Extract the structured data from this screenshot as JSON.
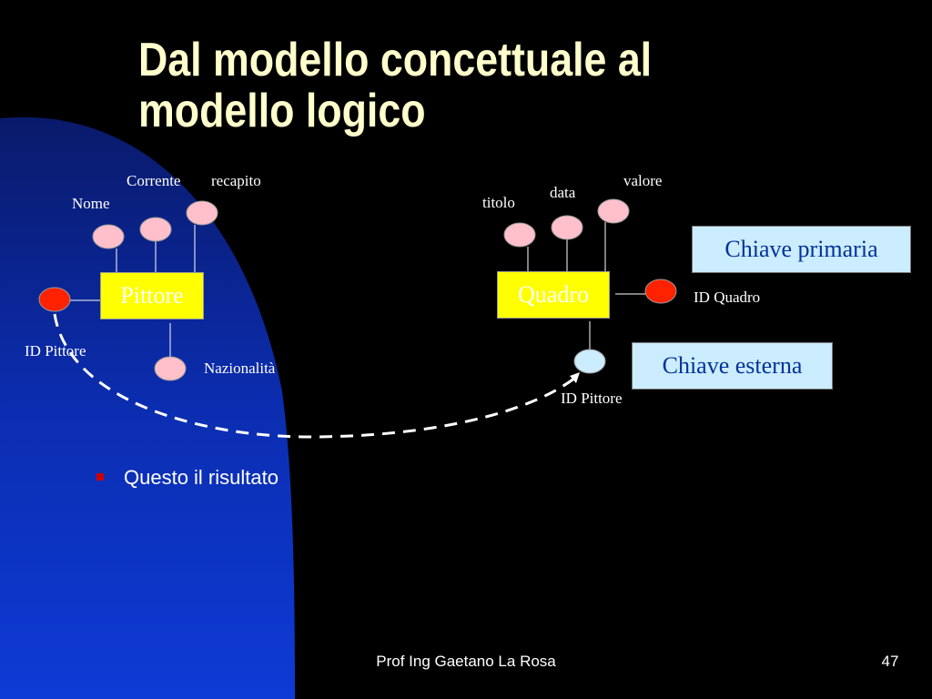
{
  "slide": {
    "title": "Dal modello concettuale al modello logico",
    "colors": {
      "title": "#FFFFCC",
      "entity_fill": "#FFFF00",
      "attribute": "#FFC0CB",
      "key_attribute": "#FF2200",
      "foreign_key": "#CCECFF",
      "key_box": "#CCECFF"
    }
  },
  "diagram": {
    "pittore": {
      "entity": "Pittore",
      "attributes": {
        "nome": "Nome",
        "corrente": "Corrente",
        "recapito": "recapito",
        "nazionalita": "Nazionalità"
      },
      "key": "ID Pittore"
    },
    "quadro": {
      "entity": "Quadro",
      "attributes": {
        "titolo": "titolo",
        "data": "data",
        "valore": "valore"
      },
      "key": "ID Quadro",
      "foreign_key": "ID Pittore"
    },
    "legend": {
      "primary_key": "Chiave primaria",
      "foreign_key": "Chiave esterna"
    }
  },
  "bullets": [
    "Questo il risultato"
  ],
  "footer": {
    "author": "Prof Ing Gaetano La Rosa",
    "page": "47"
  }
}
